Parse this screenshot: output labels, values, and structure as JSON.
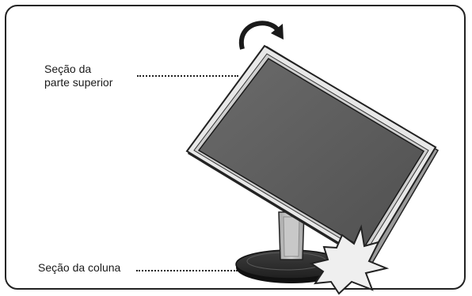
{
  "labels": {
    "top_line1": "Seção da",
    "top_line2": "parte superior",
    "bottom": "Seção da coluna"
  },
  "icons": {
    "rotation": "rotate-clockwise-arrow-icon",
    "impact": "collision-star-icon"
  },
  "colors": {
    "outline": "#222222",
    "screen": "#595959",
    "bezel": "#e6e6e6",
    "stand": "#bfbfbf",
    "impact_fill": "#efefef"
  }
}
